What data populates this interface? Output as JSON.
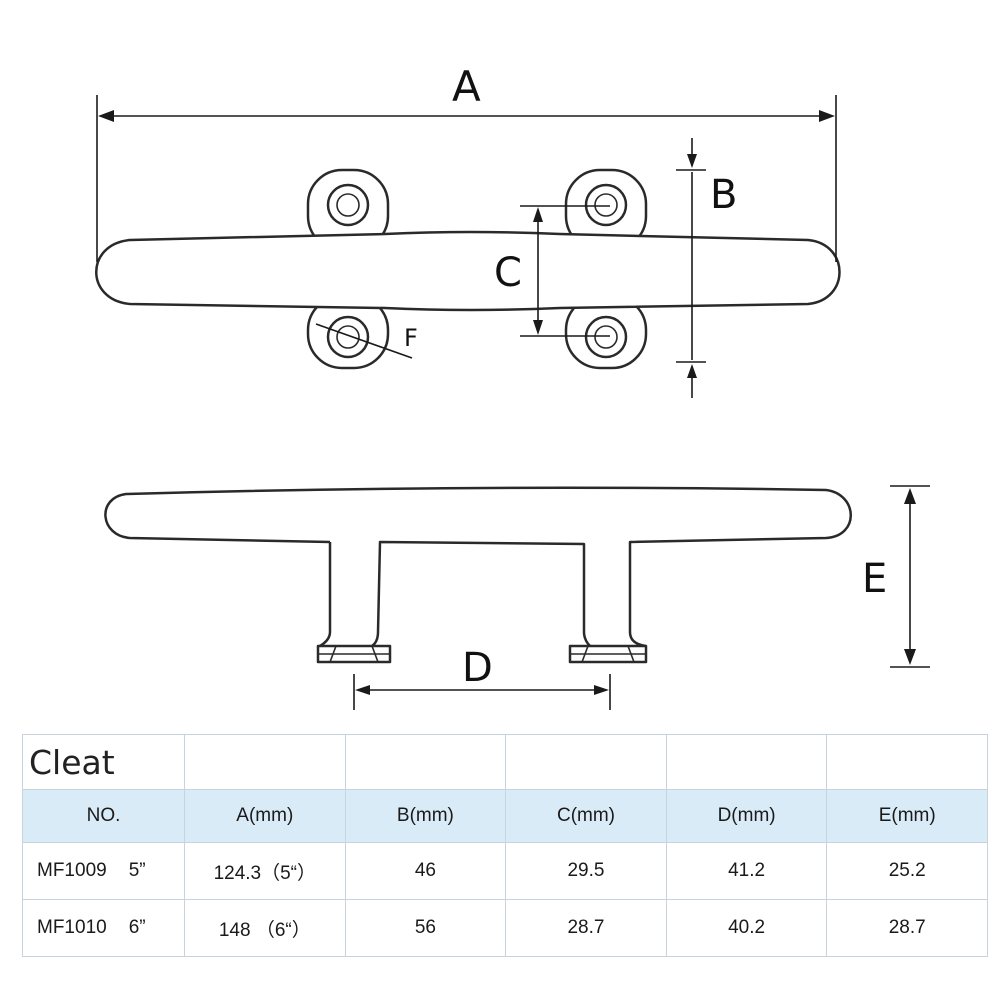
{
  "diagram": {
    "labels": {
      "A": "A",
      "B": "B",
      "C": "C",
      "D": "D",
      "E": "E",
      "F": "F"
    }
  },
  "table": {
    "title": "Cleat",
    "headers": [
      "NO.",
      "A(mm)",
      "B(mm)",
      "C(mm)",
      "D(mm)",
      "E(mm)"
    ],
    "rows": [
      {
        "model": "MF1009",
        "size": "5”",
        "a": "124.3（5“）",
        "b": "46",
        "c": "29.5",
        "d": "41.2",
        "e": "25.2"
      },
      {
        "model": "MF1010",
        "size": "6”",
        "a": "148 （6“）",
        "b": "56",
        "c": "28.7",
        "d": "40.2",
        "e": "28.7"
      }
    ]
  }
}
